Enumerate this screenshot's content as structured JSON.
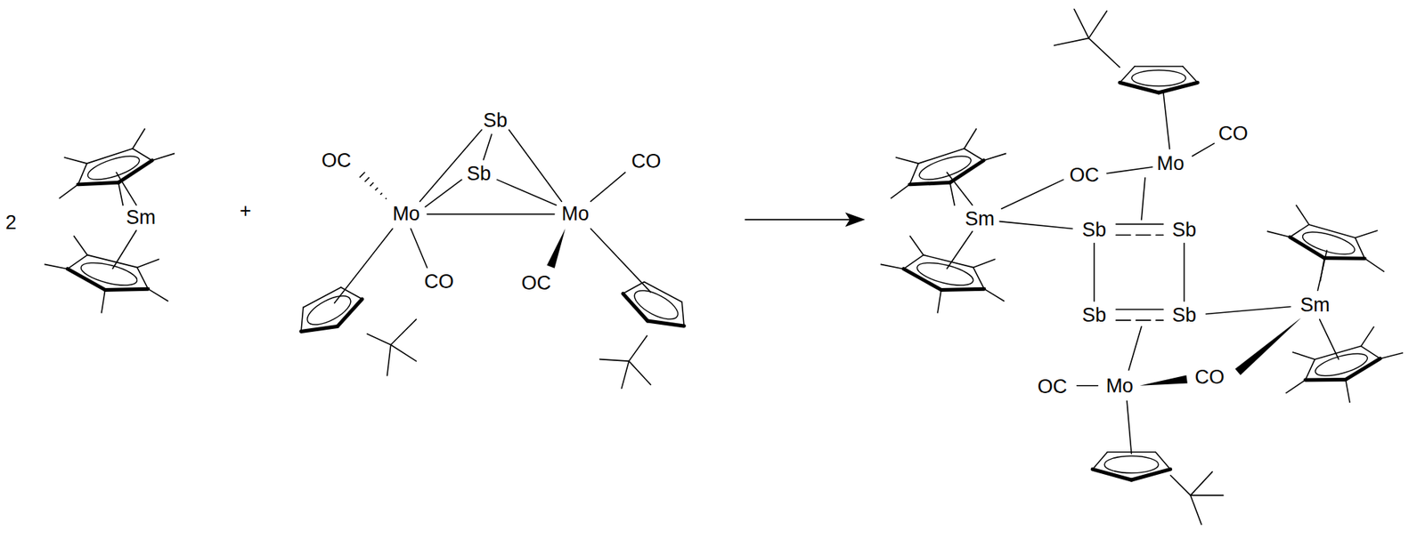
{
  "diagram": {
    "labels": [
      "2",
      "Sm",
      "+",
      "Sb",
      "Sb",
      "OC",
      "Mo",
      "CO",
      "Mo",
      "CO",
      "OC",
      "CO",
      "Mo",
      "OC",
      "Sm",
      "Sb",
      "Sb",
      "Sb",
      "Sb",
      "Sm",
      "OC",
      "Mo",
      "CO"
    ]
  }
}
